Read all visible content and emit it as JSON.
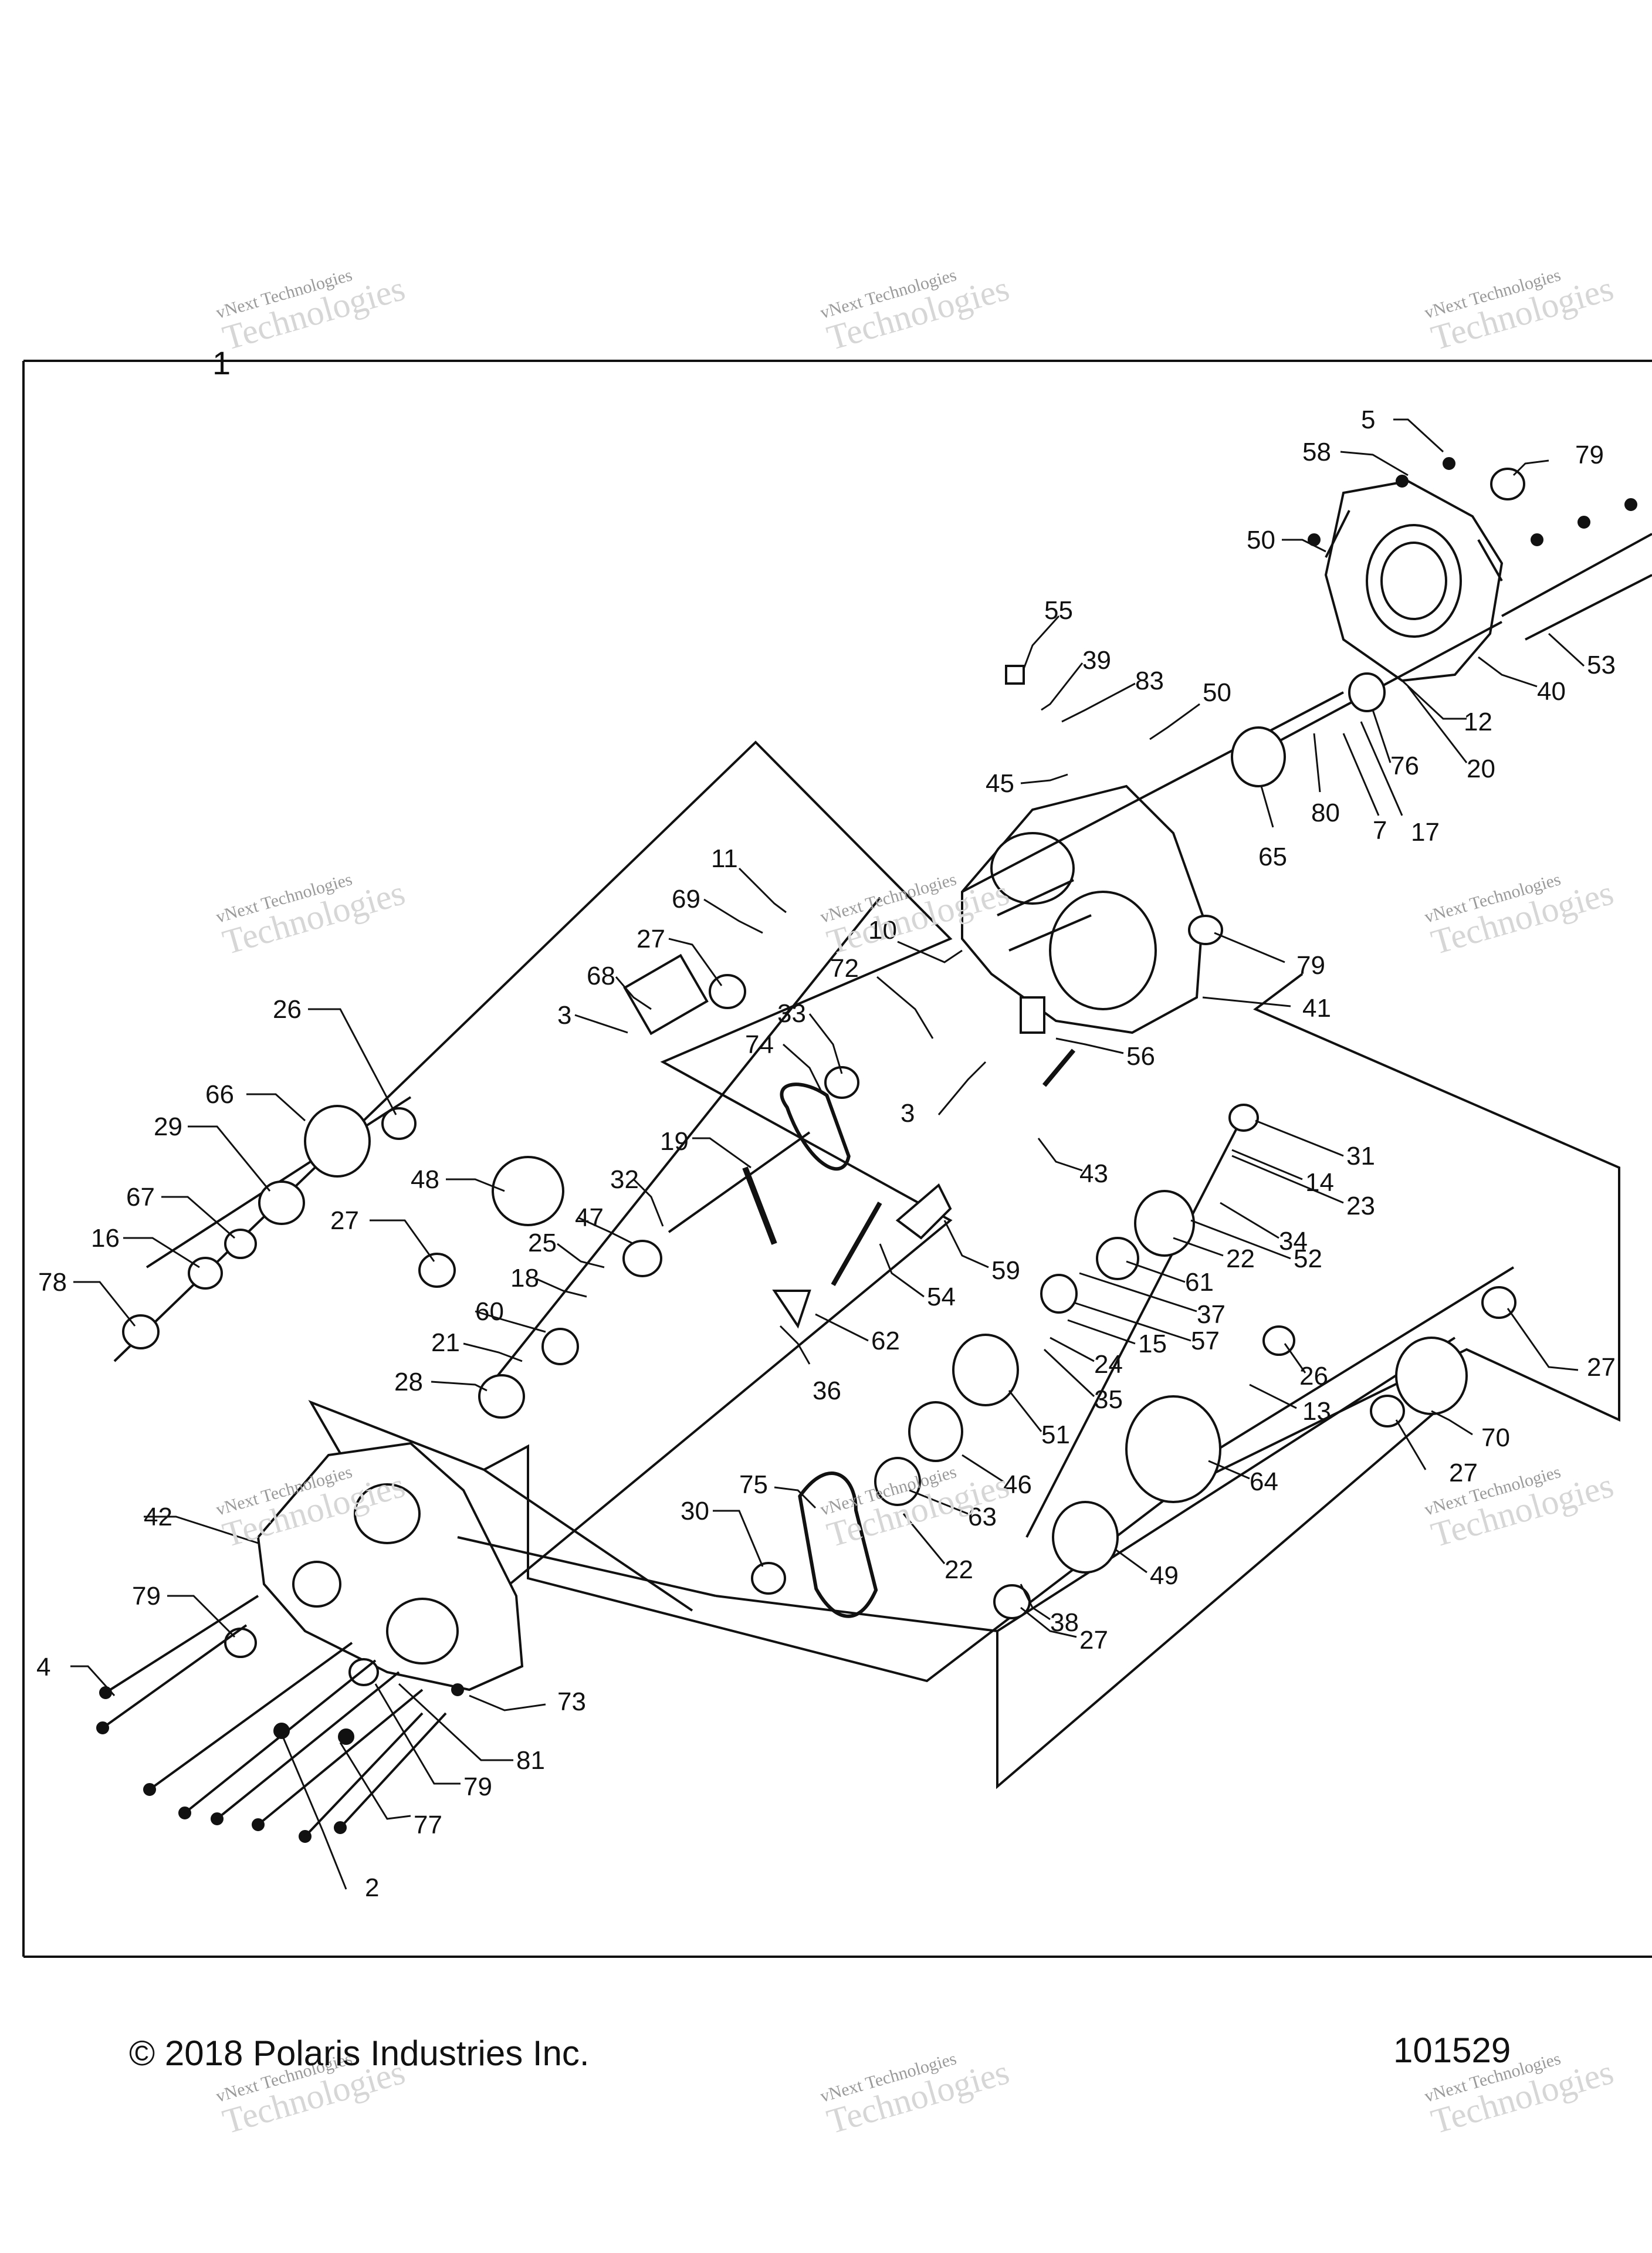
{
  "frame_label": "1",
  "footer": {
    "copyright": "© 2018 Polaris Industries Inc.",
    "figure_number": "101529"
  },
  "watermark": {
    "line1": "vNext Technologies",
    "line2": "vNext",
    "line3": "Technologies"
  },
  "callouts": [
    "2",
    "3",
    "3",
    "4",
    "5",
    "7",
    "10",
    "11",
    "12",
    "13",
    "14",
    "15",
    "16",
    "17",
    "18",
    "19",
    "20",
    "21",
    "22",
    "22",
    "23",
    "24",
    "25",
    "26",
    "26",
    "27",
    "27",
    "27",
    "27",
    "27",
    "28",
    "29",
    "30",
    "31",
    "32",
    "33",
    "34",
    "35",
    "36",
    "37",
    "38",
    "39",
    "40",
    "41",
    "42",
    "43",
    "45",
    "46",
    "47",
    "48",
    "49",
    "50",
    "50",
    "51",
    "52",
    "53",
    "54",
    "55",
    "56",
    "57",
    "58",
    "59",
    "60",
    "61",
    "62",
    "63",
    "64",
    "65",
    "66",
    "67",
    "68",
    "69",
    "70",
    "72",
    "73",
    "74",
    "75",
    "76",
    "77",
    "78",
    "79",
    "79",
    "79",
    "79",
    "80",
    "81",
    "83"
  ]
}
